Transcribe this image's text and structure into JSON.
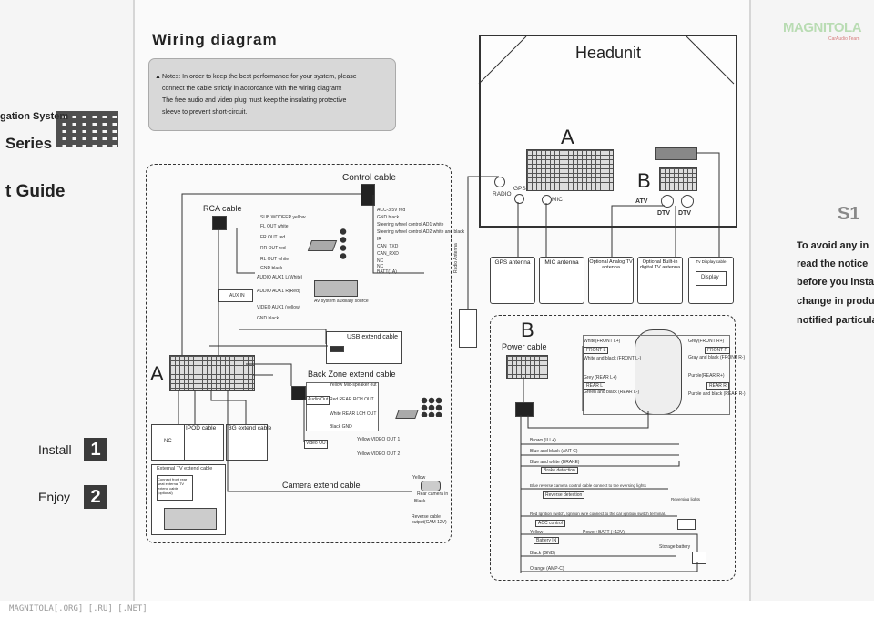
{
  "page_title": "Wiring diagram",
  "notes": [
    "Notes: In order to keep the best performance for your system, please",
    "connect the cable strictly in accordance with the  wiring diagram!",
    "The free audio and video plug must keep the insulating protective",
    "sleeve to prevent short-circuit."
  ],
  "cover": {
    "system": "gation System",
    "series": "Series",
    "guide": "t Guide",
    "install": "Install",
    "install_num": "1",
    "enjoy": "Enjoy",
    "enjoy_num": "2"
  },
  "right_panel": {
    "logo": "MAGNITOLA",
    "logo_sub": "CarAudio Team",
    "s1": "S1",
    "lines": [
      "To avoid any in",
      "read the notice",
      "before you instal",
      "change in produ",
      "notified particula"
    ]
  },
  "headunit": {
    "title": "Headunit",
    "a": "A",
    "b": "B",
    "radio": "RADIO",
    "gps": "GPS",
    "mic": "MIC",
    "atv": "ATV",
    "dtv1": "DTV",
    "dtv2": "DTV",
    "radio_antenna": "Radio Antenna",
    "antennas": [
      "GPS antenna",
      "MIC antenna",
      "Optional Analog TV antenna",
      "Optional Built-in digital TV antenna",
      "Tv Display cable"
    ],
    "display": "Display"
  },
  "control": {
    "title": "Control cable",
    "rca": "RCA cable",
    "wires": [
      "ACC-3.5V  red",
      "GND  black",
      "Steering wheel control AD1  white",
      "Steering wheel control AD2  white and black",
      "IR",
      "CAN_TXD",
      "CAN_RXD",
      "NC",
      "NC",
      "BATT(1A)"
    ],
    "rca_labels": [
      "SUB WOOFER  yellow",
      "FL OUT  white",
      "FR OUT  red",
      "RR OUT  red",
      "RL OUT  white",
      "GND  black",
      "AUDIO AUX1 L(White)",
      "AUDIO AUX1 R(Red)",
      "VIDEO AUX1 (yellow)",
      "GND  black",
      "AUX IN",
      "AV system auxiliary source"
    ],
    "a": "A",
    "usb": "USB extend cable",
    "backzone": "Back Zone extend cable",
    "backzone_labels": [
      "Yellow  Mid-speaker out",
      "Red  REAR  RCH OUT",
      "White  REAR  LCH OUT",
      "Black  GND",
      "Audio Out",
      "Video OUT",
      "Yellow  VIDEO OUT 1",
      "Yellow  VIDEO OUT 2"
    ],
    "nc": "NC",
    "ipod": "IPOD cable",
    "g3": "3G extend cable",
    "ext_tv": "External TV extend cable",
    "ext_tv_note": "Connect front rear seat external TV extend cable (optional)",
    "camera": "Camera extend cable",
    "camera_labels": [
      "Yellow",
      "Rear camera in",
      "Black",
      "Reverse cable output(CAM 12V)"
    ]
  },
  "power": {
    "b": "B",
    "title": "Power cable",
    "speakers": [
      "White(FRONT L+)",
      "FRONT L",
      "White and black (FRONT L-)",
      "Grey (REAR L+)",
      "REAR L",
      "Green and black (REAR L-)",
      "Grey(FRONT R+)",
      "FRONT R",
      "Gray and black (FRONT R-)",
      "Purple(REAR R+)",
      "REAR R",
      "Purple and black (REAR R-)"
    ],
    "wires": [
      "Brown  (ILL+)",
      "Blue and black  (ANT-C)",
      "Blue and white  (BRAKE)",
      "Brake detection",
      "Blue  reverse camera control cable connect to the eversing lights",
      "Reverse detection",
      "Reversing lights",
      "Red  Ignition switch, Ignition wire connect to the car ignition switch terminal.",
      "ACC control",
      "Yellow",
      "Battery IN",
      "Power+BATT (+12V)",
      "Storage battery",
      "Black  (GND)",
      "Orange  (AMP-C)"
    ]
  },
  "footer": "MAGNITOLA[.ORG] [.RU] [.NET]"
}
